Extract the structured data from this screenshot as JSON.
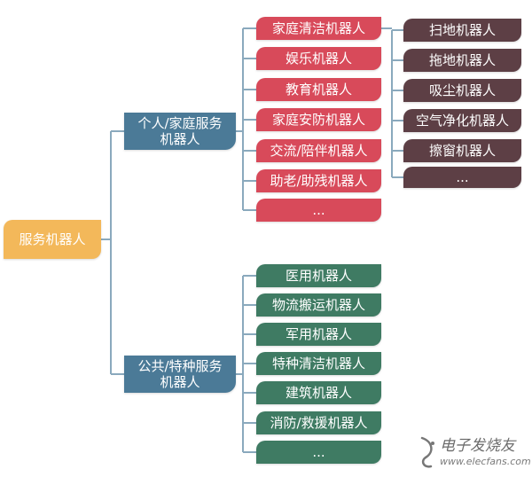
{
  "root": {
    "label": "服务机器人"
  },
  "branches": [
    {
      "label_lines": [
        "个人/家庭服务",
        "机器人"
      ],
      "children": [
        "家庭清洁机器人",
        "娱乐机器人",
        "教育机器人",
        "家庭安防机器人",
        "交流/陪伴机器人",
        "助老/助残机器人",
        "..."
      ],
      "grandchildren": [
        "扫地机器人",
        "拖地机器人",
        "吸尘机器人",
        "空气净化机器人",
        "擦窗机器人",
        "..."
      ]
    },
    {
      "label_lines": [
        "公共/特种服务",
        "机器人"
      ],
      "children": [
        "医用机器人",
        "物流搬运机器人",
        "军用机器人",
        "特种清洁机器人",
        "建筑机器人",
        "消防/救援机器人",
        "..."
      ]
    }
  ],
  "watermark": {
    "text": "电子发烧友",
    "url": "www.elecfans.com"
  },
  "colors": {
    "root": "#f3b85a",
    "branch": "#4b7a97",
    "personal_children": "#d84a5a",
    "cleaning_subtypes": "#5d3f45",
    "public_children": "#3f7b63",
    "connector": "#8aa9bd"
  }
}
